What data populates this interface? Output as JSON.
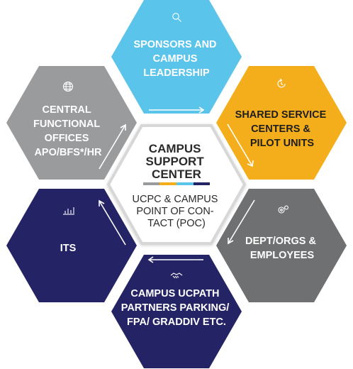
{
  "colors": {
    "sponsors": "#5bc4ea",
    "shared": "#f4ae1c",
    "dept": "#6f7072",
    "partners": "#242366",
    "its": "#242366",
    "central": "#9a9b9d",
    "center_fill": "#ffffff",
    "center_border": "#d7d7d7",
    "bar": [
      "#9a9b9d",
      "#f4ae1c",
      "#5bc4ea",
      "#242366"
    ]
  },
  "center": {
    "title_line1": "CAMPUS",
    "title_line2": "SUPPORT",
    "title_line3": "CENTER",
    "sub_line1": "UCPC & CAMPUS",
    "sub_line2": "POINT OF CON-",
    "sub_line3": "TACT (POC)"
  },
  "hexes": {
    "sponsors": {
      "icon": "search-icon",
      "lines": [
        "SPONSORS AND",
        "CAMPUS",
        "LEADERSHIP"
      ]
    },
    "shared": {
      "icon": "refresh-clock-icon",
      "lines": [
        "SHARED SERVICE",
        "CENTERS &",
        "PILOT UNITS"
      ]
    },
    "dept": {
      "icon": "gears-icon",
      "lines": [
        "DEPT/ORGS &",
        "EMPLOYEES"
      ]
    },
    "partners": {
      "icon": "handshake-icon",
      "lines": [
        "CAMPUS UCPATH",
        "PARTNERS PARKING/",
        "FPA/ GRADDIV ETC."
      ]
    },
    "its": {
      "icon": "bar-chart-icon",
      "lines": [
        "ITS"
      ]
    },
    "central": {
      "icon": "globe-icon",
      "lines": [
        "CENTRAL",
        "FUNCTIONAL",
        "OFFICES",
        "APO/BFS*/HR"
      ]
    }
  }
}
